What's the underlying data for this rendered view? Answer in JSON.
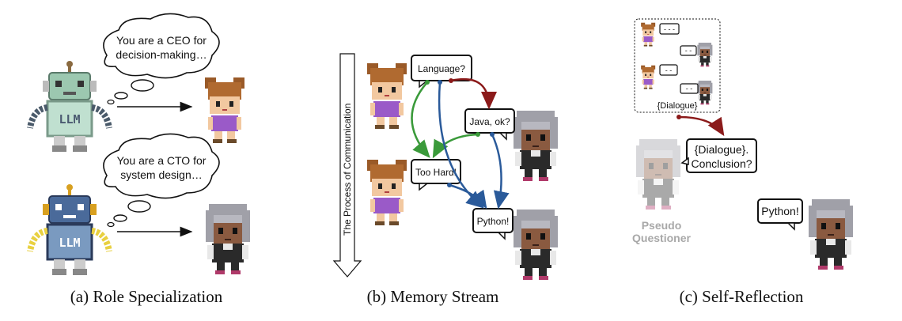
{
  "panel_a": {
    "ceo_prompt_line1": "You are a CEO for",
    "ceo_prompt_line2": "decision-making…",
    "cto_prompt_line1": "You are a CTO for",
    "cto_prompt_line2": "system design…",
    "robot_label_top": "LLM",
    "robot_label_bottom": "LLM",
    "caption": "(a)  Role Specialization"
  },
  "panel_b": {
    "axis_label": "The Process of Communication",
    "msg_language": "Language?",
    "msg_java": "Java, ok?",
    "msg_too_hard": "Too Hard!",
    "msg_python": "Python!",
    "caption": "(b)  Memory Stream"
  },
  "panel_c": {
    "dialogue_placeholder": "- - -",
    "dialogue_placeholder_short": "- -",
    "dialogue_label": "{Dialogue}",
    "question_line1": "{Dialogue}.",
    "question_line2": "Conclusion?",
    "ghost_line1": "Pseudo",
    "ghost_line2": "Questioner",
    "answer": "Python!",
    "caption": "(c)  Self-Reflection"
  },
  "colors": {
    "red_arrow": "#8b1a1a",
    "green_arrow": "#3a9a3a",
    "blue_arrow": "#2a5a9a",
    "hair_brown": "#9a5a28",
    "purple_shirt": "#9a5ac8",
    "gray_hair": "#a0a0a8",
    "robot_green": "#9cc8b0",
    "robot_blue": "#4a6a9a"
  }
}
